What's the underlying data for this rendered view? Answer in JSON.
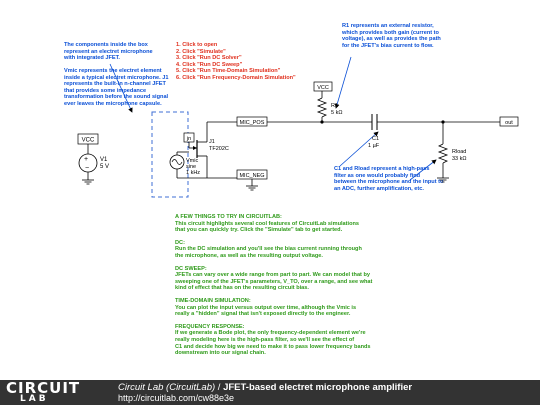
{
  "notes": {
    "box_desc": [
      "The components inside the box",
      "represent an electret microphone",
      "with integrated JFET."
    ],
    "vmic_desc": [
      "Vmic represents the electret element",
      "inside a typical electret microphone. J1",
      "represents the built-in n-channel JFET",
      "that provides some impedance",
      "transformation before the sound signal",
      "ever leaves the microphone capsule."
    ],
    "steps": [
      "1. Click to open",
      "2. Click \"Simulate\"",
      "3. Click \"Run DC Solver\"",
      "4. Click \"Run DC Sweep\"",
      "5. Click \"Run Time-Domain Simulation\"",
      "6. Click \"Run Frequency-Domain Simulation\""
    ],
    "r1_desc": [
      "R1 represents an external resistor,",
      "which provides both gain (current to",
      "voltage), as well as provides the path",
      "for the JFET's bias current to flow."
    ],
    "c1_desc": [
      "C1 and Rload represent a high-pass",
      "filter as one would probably find",
      "between the microphone and the input to",
      "an ADC, further amplification, etc."
    ]
  },
  "tips": [
    {
      "heading": "A FEW THINGS TO TRY IN CIRCUITLAB:",
      "lines": [
        "This circuit highlights several cool features of CircuitLab simulations",
        "that you can quickly try. Click the \"Simulate\" tab to get started."
      ]
    },
    {
      "heading": "DC:",
      "lines": [
        "Run the DC simulation and you'll see the bias current running through",
        "the microphone, as well as the resulting output voltage."
      ]
    },
    {
      "heading": "DC SWEEP:",
      "lines": [
        "JFETs can vary over a wide range from part to part. We can model that by",
        "sweeping one of the JFET's parameters, V_TO, over a range, and see what",
        "kind of effect that has on the resulting circuit bias."
      ]
    },
    {
      "heading": "TIME-DOMAIN SIMULATION:",
      "lines": [
        "You can plot the input versus output over time, although the Vmic is",
        "really a \"hidden\" signal that isn't exposed directly to the engineer."
      ]
    },
    {
      "heading": "FREQUENCY RESPONSE:",
      "lines": [
        "If we generate a Bode plot, the only frequency-dependent element we're",
        "really modeling here is the high-pass filter, so we'll see the effect of",
        "C1 and decide how big we need to make it to pass lower frequency bands",
        "downstream into our signal chain."
      ]
    }
  ],
  "schematic": {
    "vcc_left": "VCC",
    "v1_name": "V1",
    "v1_value": "5 V",
    "jn": "jn",
    "vmic_name": "Vmic",
    "vmic_type": "sine",
    "vmic_freq": "1 kHz",
    "j1_name": "J1",
    "j1_part": "TF202C",
    "mic_pos": "MIC_POS",
    "mic_neg": "MIC_NEG",
    "vcc_r1": "VCC",
    "r1_name": "R1",
    "r1_value": "5 kΩ",
    "c1_name": "C1",
    "c1_value": "1 µF",
    "rload_name": "Rload",
    "rload_value": "33 kΩ",
    "out": "out"
  },
  "footer": {
    "logo_top": "CIRCUIT",
    "logo_bottom": "LAB",
    "site": "Circuit Lab (CircuitLab)",
    "separator": " / ",
    "title": "JFET-based electret microphone amplifier",
    "url": "http://circuitlab.com/cw88e3e"
  },
  "colors": {
    "notes_blue": "#0a4fd6",
    "steps_red": "#e0301e",
    "tips_green": "#2f9a1a",
    "box_dash": "#3f6fd6",
    "footer_bg": "#333333"
  }
}
